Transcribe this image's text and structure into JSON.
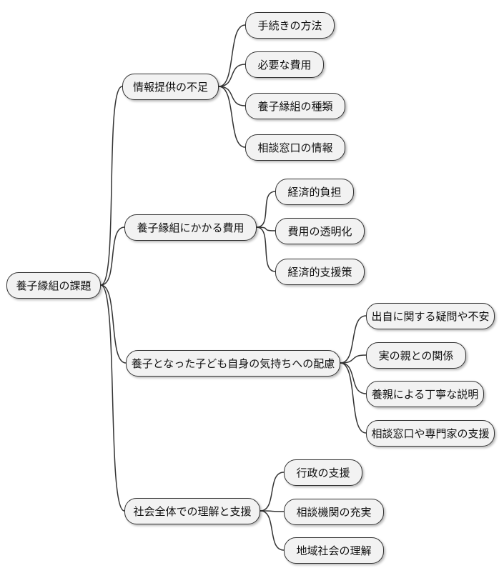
{
  "diagram": {
    "type": "mindmap",
    "colors": {
      "node_fill": "#f2f2f2",
      "node_border": "#333333",
      "edge": "#333333",
      "background": "#ffffff",
      "text": "#111111"
    },
    "root": {
      "label": "養子縁組の課題"
    },
    "branches": [
      {
        "label": "情報提供の不足",
        "children": [
          {
            "label": "手続きの方法"
          },
          {
            "label": "必要な費用"
          },
          {
            "label": "養子縁組の種類"
          },
          {
            "label": "相談窓口の情報"
          }
        ]
      },
      {
        "label": "養子縁組にかかる費用",
        "children": [
          {
            "label": "経済的負担"
          },
          {
            "label": "費用の透明化"
          },
          {
            "label": "経済的支援策"
          }
        ]
      },
      {
        "label": "養子となった子ども自身の気持ちへの配慮",
        "children": [
          {
            "label": "出自に関する疑問や不安"
          },
          {
            "label": "実の親との関係"
          },
          {
            "label": "養親による丁寧な説明"
          },
          {
            "label": "相談窓口や専門家の支援"
          }
        ]
      },
      {
        "label": "社会全体での理解と支援",
        "children": [
          {
            "label": "行政の支援"
          },
          {
            "label": "相談機関の充実"
          },
          {
            "label": "地域社会の理解"
          }
        ]
      }
    ]
  }
}
